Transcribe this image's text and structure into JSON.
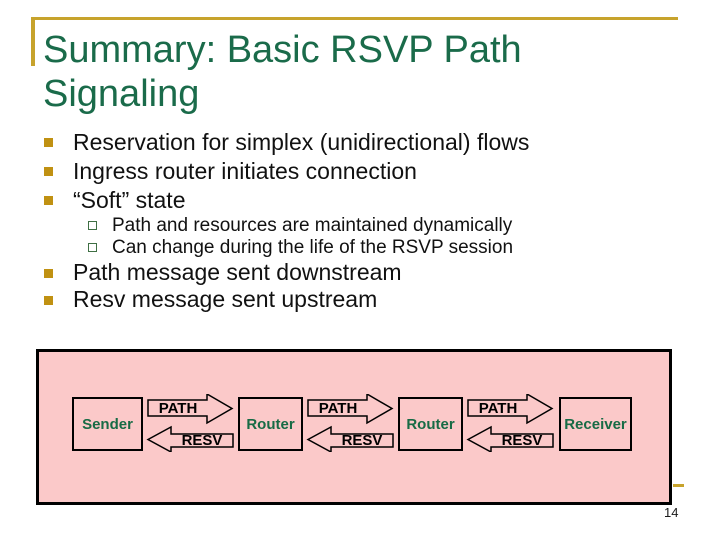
{
  "slide": {
    "title": "Summary: Basic RSVP Path Signaling",
    "page_number": "14"
  },
  "bullets": {
    "items": [
      {
        "label": "Reservation for simplex (unidirectional) flows"
      },
      {
        "label": "Ingress router initiates connection"
      },
      {
        "label": "“Soft” state"
      },
      {
        "label": "Path message sent downstream"
      },
      {
        "label": "Resv message sent upstream"
      }
    ],
    "sub_items": [
      {
        "label": "Path and resources are maintained dynamically"
      },
      {
        "label": "Can change during the life of the RSVP session"
      }
    ]
  },
  "diagram": {
    "nodes": [
      {
        "label": "Sender"
      },
      {
        "label": "Router"
      },
      {
        "label": "Router"
      },
      {
        "label": "Receiver"
      }
    ],
    "links": [
      {
        "path_label": "PATH",
        "resv_label": "RESV"
      },
      {
        "path_label": "PATH",
        "resv_label": "RESV"
      },
      {
        "path_label": "PATH",
        "resv_label": "RESV"
      }
    ]
  },
  "colors": {
    "title_green": "#1a6b4a",
    "node_label_green": "#176b45",
    "accent_gold": "#c7a32c",
    "bullet_gold": "#c09112",
    "sub_bullet_green": "#3f6f44",
    "diagram_pink": "#fbc9c9",
    "border_black": "#000000"
  }
}
